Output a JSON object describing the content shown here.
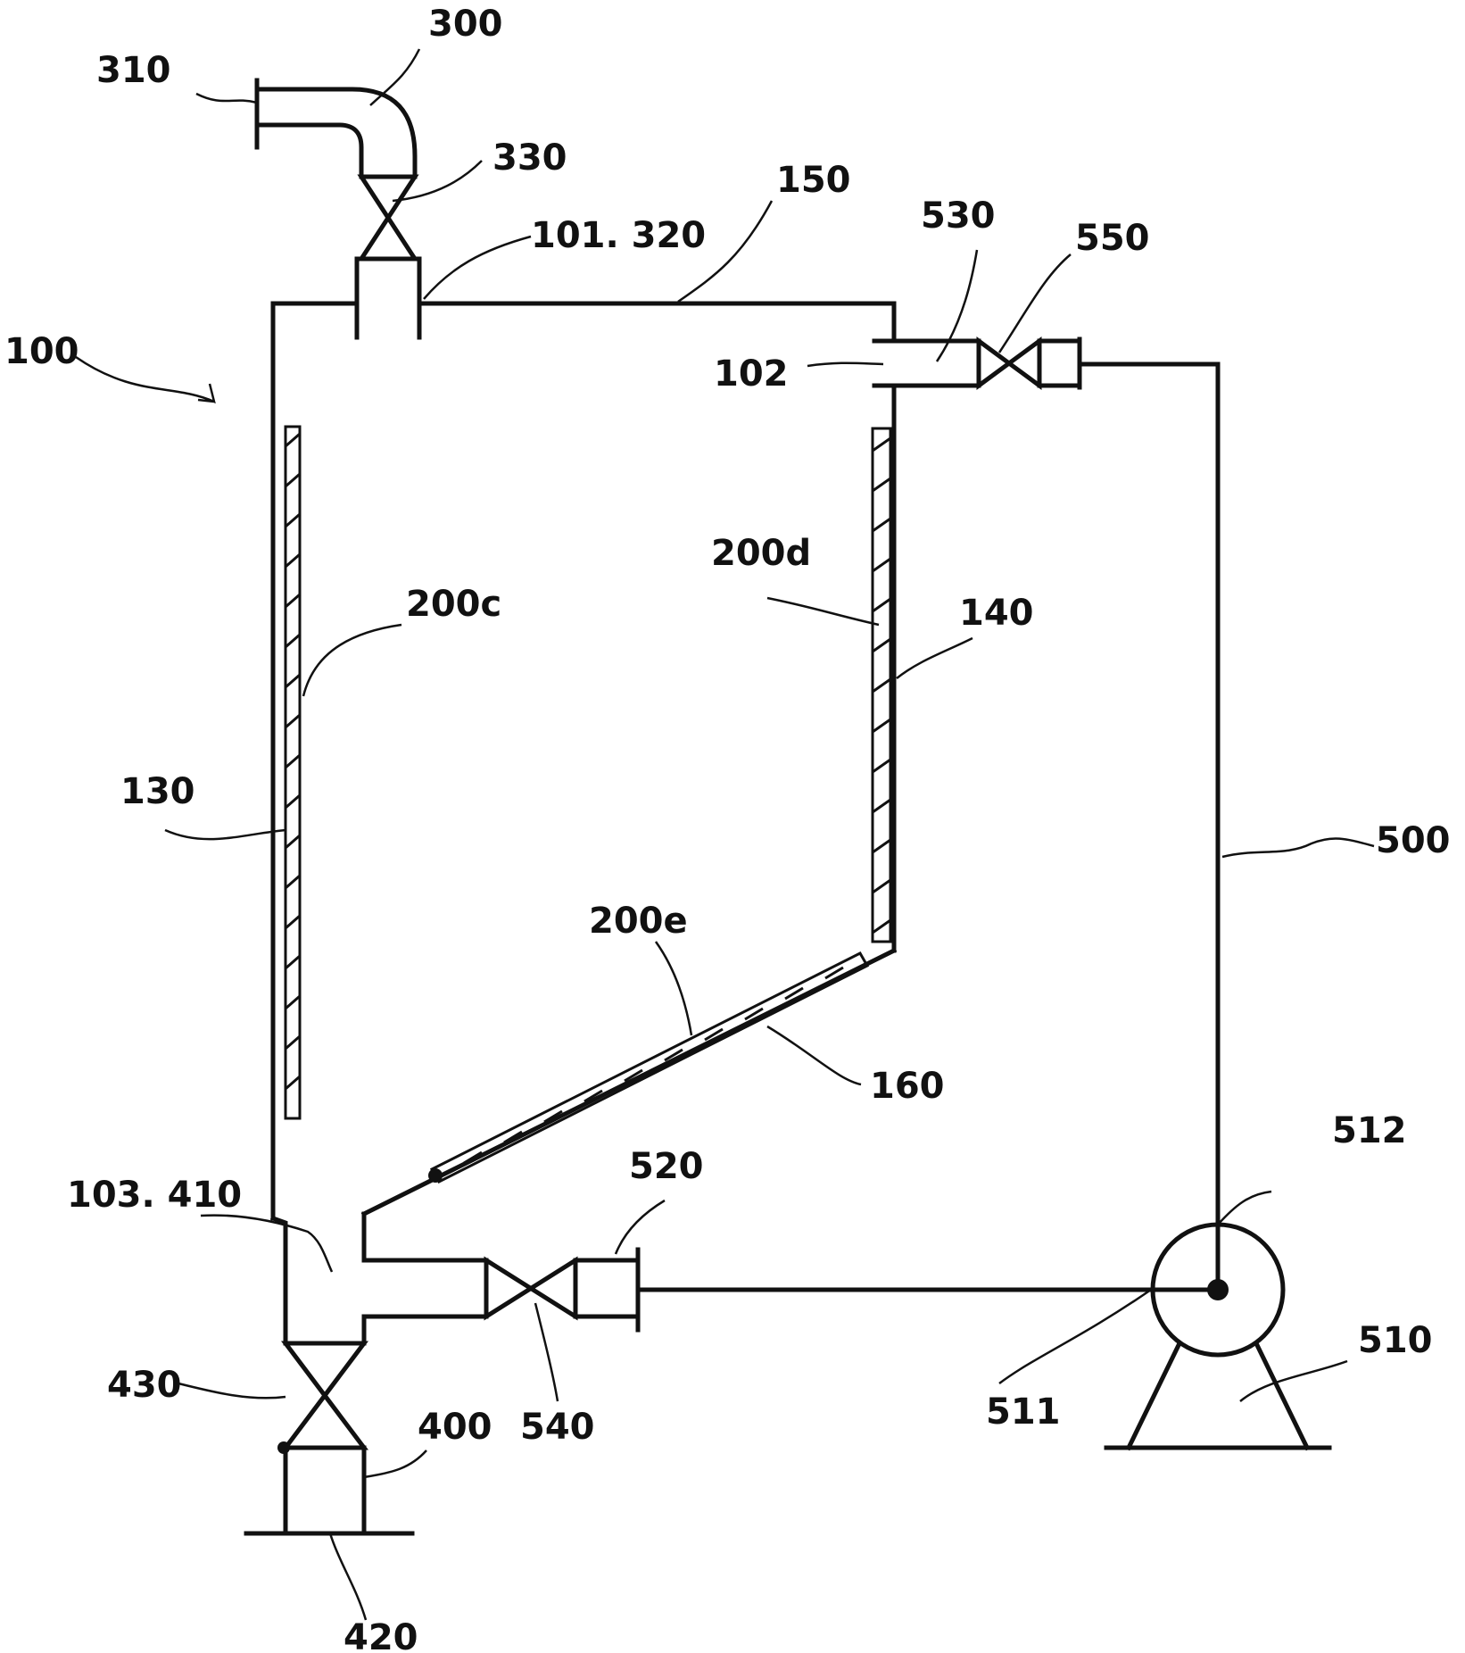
{
  "diagram": {
    "labels": {
      "l300": "300",
      "l310": "310",
      "l330": "330",
      "l150": "150",
      "l101_320": "101. 320",
      "l530": "530",
      "l550": "550",
      "l100": "100",
      "l102": "102",
      "l200d": "200d",
      "l200c": "200c",
      "l140": "140",
      "l130": "130",
      "l500": "500",
      "l200e": "200e",
      "l160": "160",
      "l520": "520",
      "l512": "512",
      "l103_410": "103. 410",
      "l510": "510",
      "l430": "430",
      "l400": "400",
      "l540": "540",
      "l511": "511",
      "l420": "420"
    }
  }
}
